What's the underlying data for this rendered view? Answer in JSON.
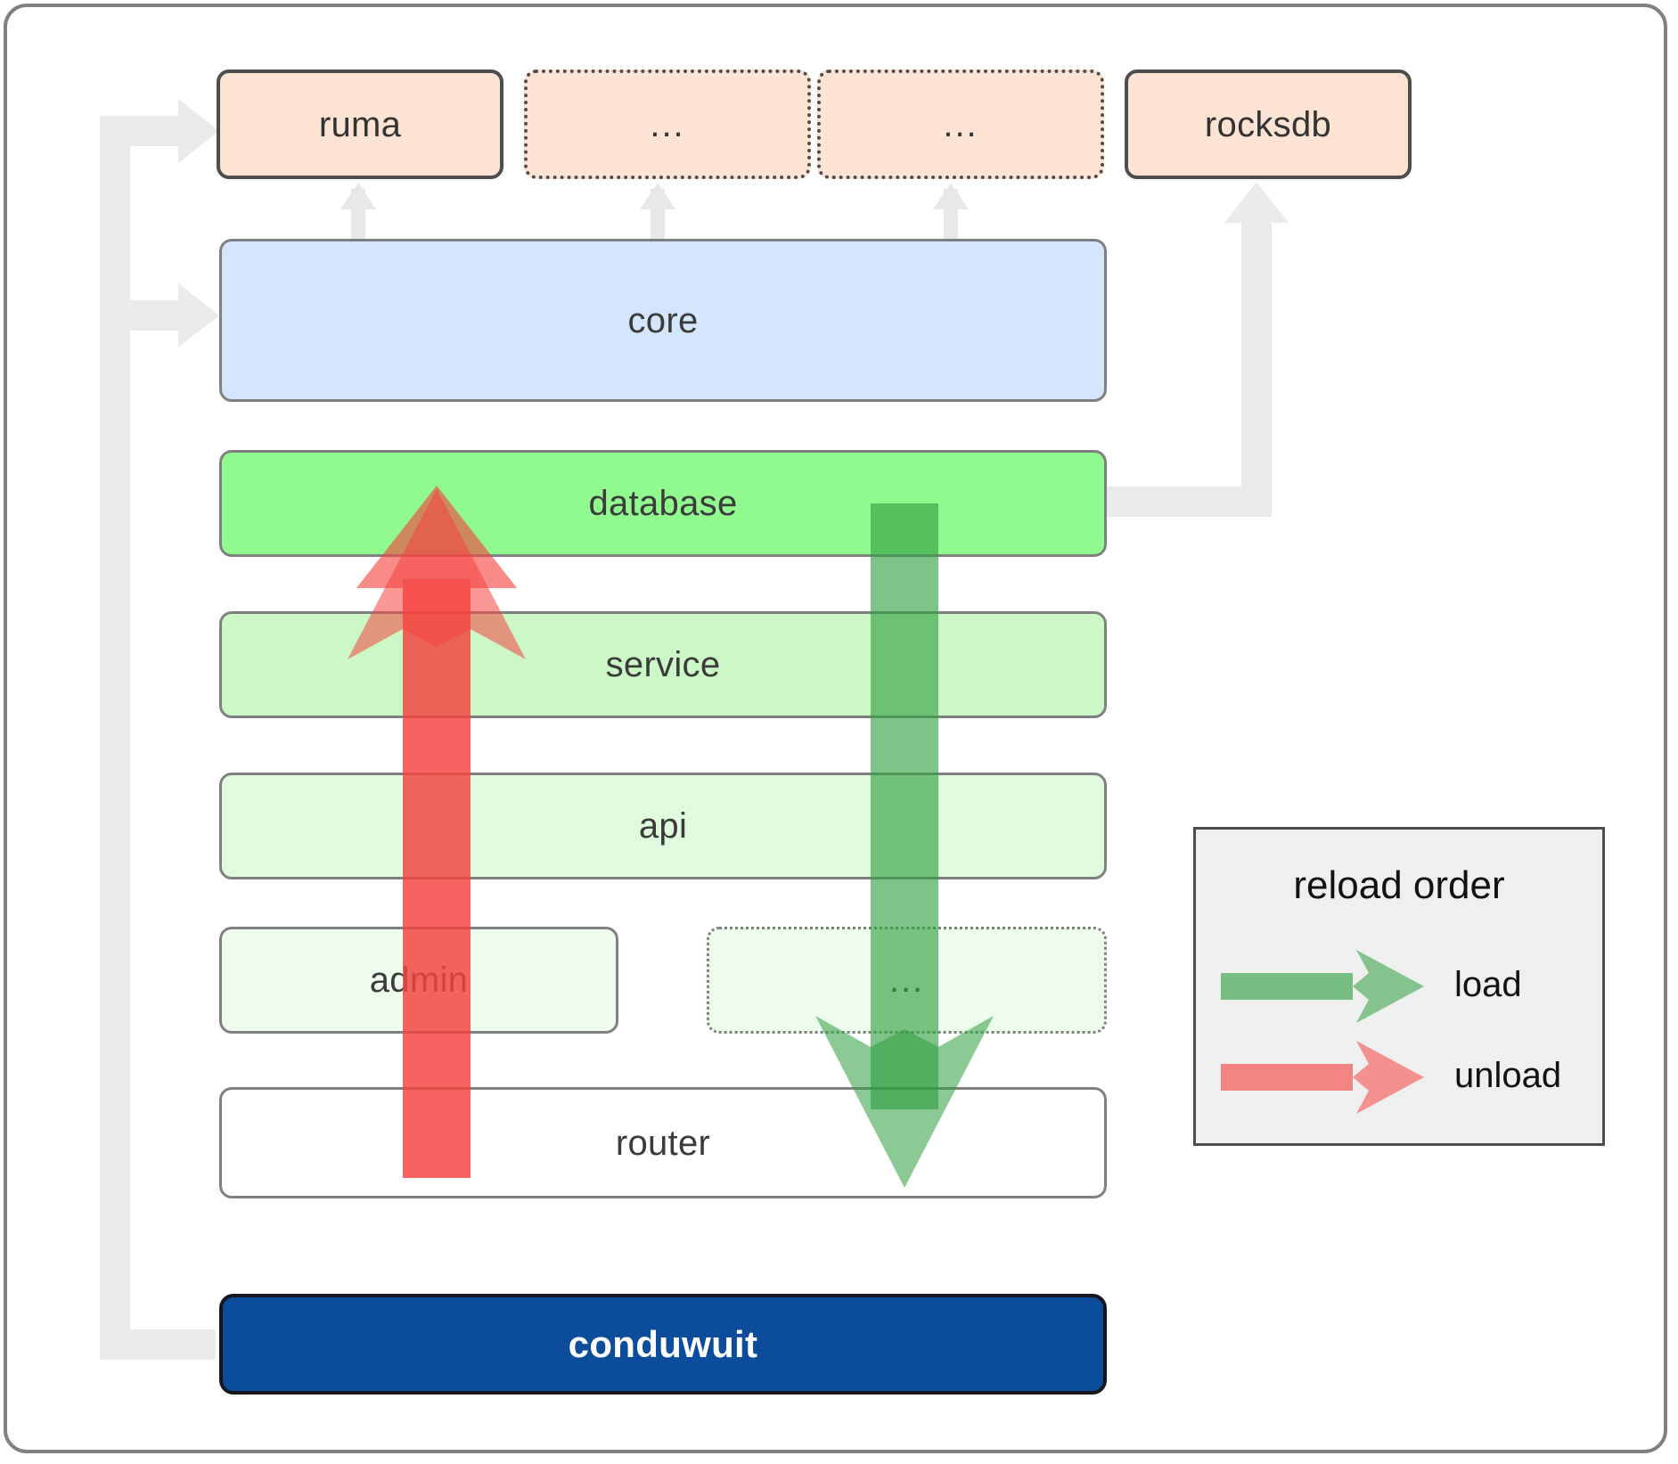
{
  "diagram": {
    "title": "conduwuit crate architecture / reload order",
    "dependencies": [
      {
        "name": "ruma",
        "label": "ruma",
        "style": "solid"
      },
      {
        "name": "dep-placeholder-1",
        "label": "...",
        "style": "dotted"
      },
      {
        "name": "dep-placeholder-2",
        "label": "...",
        "style": "dotted"
      },
      {
        "name": "rocksdb",
        "label": "rocksdb",
        "style": "solid"
      }
    ],
    "layers": [
      {
        "name": "core",
        "label": "core",
        "style": "solid"
      },
      {
        "name": "database",
        "label": "database",
        "style": "solid"
      },
      {
        "name": "service",
        "label": "service",
        "style": "solid"
      },
      {
        "name": "api",
        "label": "api",
        "style": "solid"
      },
      {
        "name": "admin",
        "label": "admin",
        "style": "solid"
      },
      {
        "name": "layer-placeholder",
        "label": "...",
        "style": "dotted"
      },
      {
        "name": "router",
        "label": "router",
        "style": "solid"
      }
    ],
    "application": {
      "name": "conduwuit",
      "label": "conduwuit"
    },
    "legend": {
      "title": "reload order",
      "entries": [
        {
          "key": "load",
          "label": "load",
          "color": "#4caf50"
        },
        {
          "key": "unload",
          "label": "unload",
          "color": "#f98080"
        }
      ]
    },
    "colors": {
      "dependency_fill": "#fde3d3",
      "dependency_border": "#4d4d4d",
      "core_fill": "#d4e6fb",
      "database_fill": "#91fa8f",
      "service_fill": "#ccf8c8",
      "api_fill": "#e0fade",
      "admin_fill": "#eefced",
      "router_fill": "#ffffff",
      "app_fill": "#0b4d9b",
      "app_text": "#ffffff",
      "layer_border": "#808080",
      "connector": "#ebebeb",
      "load_arrow": "#4caf50",
      "unload_arrow": "#f98080",
      "legend_fill": "#efefef",
      "legend_border": "#4d4d4d",
      "frame_border": "#808080"
    }
  }
}
